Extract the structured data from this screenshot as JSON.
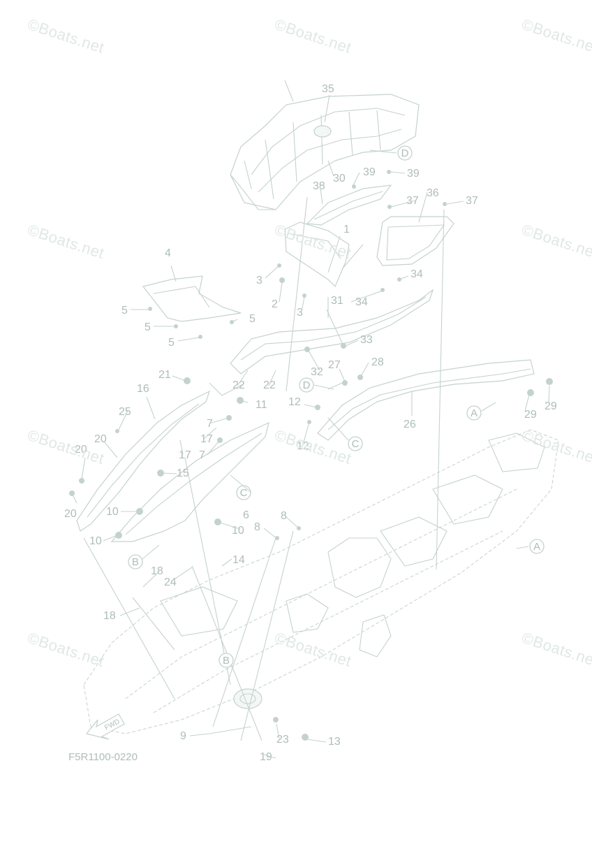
{
  "diagram": {
    "figure_code": "F5R1100-0220",
    "fwd_label": "FWD",
    "watermark_text": "©Boats.net",
    "line_color": "#c4d2ce",
    "text_color": "#aebdb9",
    "watermark_color": "#dfe8e6",
    "callouts": [
      {
        "id": "c1",
        "label": "1"
      },
      {
        "id": "c2",
        "label": "2"
      },
      {
        "id": "c3a",
        "label": "3"
      },
      {
        "id": "c3b",
        "label": "3"
      },
      {
        "id": "c4",
        "label": "4"
      },
      {
        "id": "c5a",
        "label": "5"
      },
      {
        "id": "c5b",
        "label": "5"
      },
      {
        "id": "c5c",
        "label": "5"
      },
      {
        "id": "c5d",
        "label": "5"
      },
      {
        "id": "c6",
        "label": "6"
      },
      {
        "id": "c7a",
        "label": "7"
      },
      {
        "id": "c7b",
        "label": "7"
      },
      {
        "id": "c8a",
        "label": "8"
      },
      {
        "id": "c8b",
        "label": "8"
      },
      {
        "id": "c9",
        "label": "9"
      },
      {
        "id": "c10a",
        "label": "10"
      },
      {
        "id": "c10b",
        "label": "10"
      },
      {
        "id": "c10c",
        "label": "10"
      },
      {
        "id": "c11",
        "label": "11"
      },
      {
        "id": "c12a",
        "label": "12"
      },
      {
        "id": "c12b",
        "label": "12"
      },
      {
        "id": "c13",
        "label": "13"
      },
      {
        "id": "c14",
        "label": "14"
      },
      {
        "id": "c15",
        "label": "15"
      },
      {
        "id": "c16",
        "label": "16"
      },
      {
        "id": "c17a",
        "label": "17"
      },
      {
        "id": "c17b",
        "label": "17"
      },
      {
        "id": "c18a",
        "label": "18"
      },
      {
        "id": "c18b",
        "label": "18"
      },
      {
        "id": "c19",
        "label": "19"
      },
      {
        "id": "c20a",
        "label": "20"
      },
      {
        "id": "c20b",
        "label": "20"
      },
      {
        "id": "c20c",
        "label": "20"
      },
      {
        "id": "c21",
        "label": "21"
      },
      {
        "id": "c22a",
        "label": "22"
      },
      {
        "id": "c22b",
        "label": "22"
      },
      {
        "id": "c23",
        "label": "23"
      },
      {
        "id": "c24",
        "label": "24"
      },
      {
        "id": "c25",
        "label": "25"
      },
      {
        "id": "c26",
        "label": "26"
      },
      {
        "id": "c27",
        "label": "27"
      },
      {
        "id": "c28",
        "label": "28"
      },
      {
        "id": "c29a",
        "label": "29"
      },
      {
        "id": "c29b",
        "label": "29"
      },
      {
        "id": "c30",
        "label": "30"
      },
      {
        "id": "c31",
        "label": "31"
      },
      {
        "id": "c32",
        "label": "32"
      },
      {
        "id": "c33",
        "label": "33"
      },
      {
        "id": "c34a",
        "label": "34"
      },
      {
        "id": "c34b",
        "label": "34"
      },
      {
        "id": "c35",
        "label": "35"
      },
      {
        "id": "c36",
        "label": "36"
      },
      {
        "id": "c37a",
        "label": "37"
      },
      {
        "id": "c37b",
        "label": "37"
      },
      {
        "id": "c38",
        "label": "38"
      },
      {
        "id": "c39a",
        "label": "39"
      },
      {
        "id": "c39b",
        "label": "39"
      }
    ],
    "reference_markers": [
      {
        "id": "rD1",
        "label": "D"
      },
      {
        "id": "rD2",
        "label": "D"
      },
      {
        "id": "rC1",
        "label": "C"
      },
      {
        "id": "rC2",
        "label": "C"
      },
      {
        "id": "rA1",
        "label": "A"
      },
      {
        "id": "rA2",
        "label": "A"
      },
      {
        "id": "rB1",
        "label": "B"
      },
      {
        "id": "rB2",
        "label": "B"
      }
    ]
  }
}
